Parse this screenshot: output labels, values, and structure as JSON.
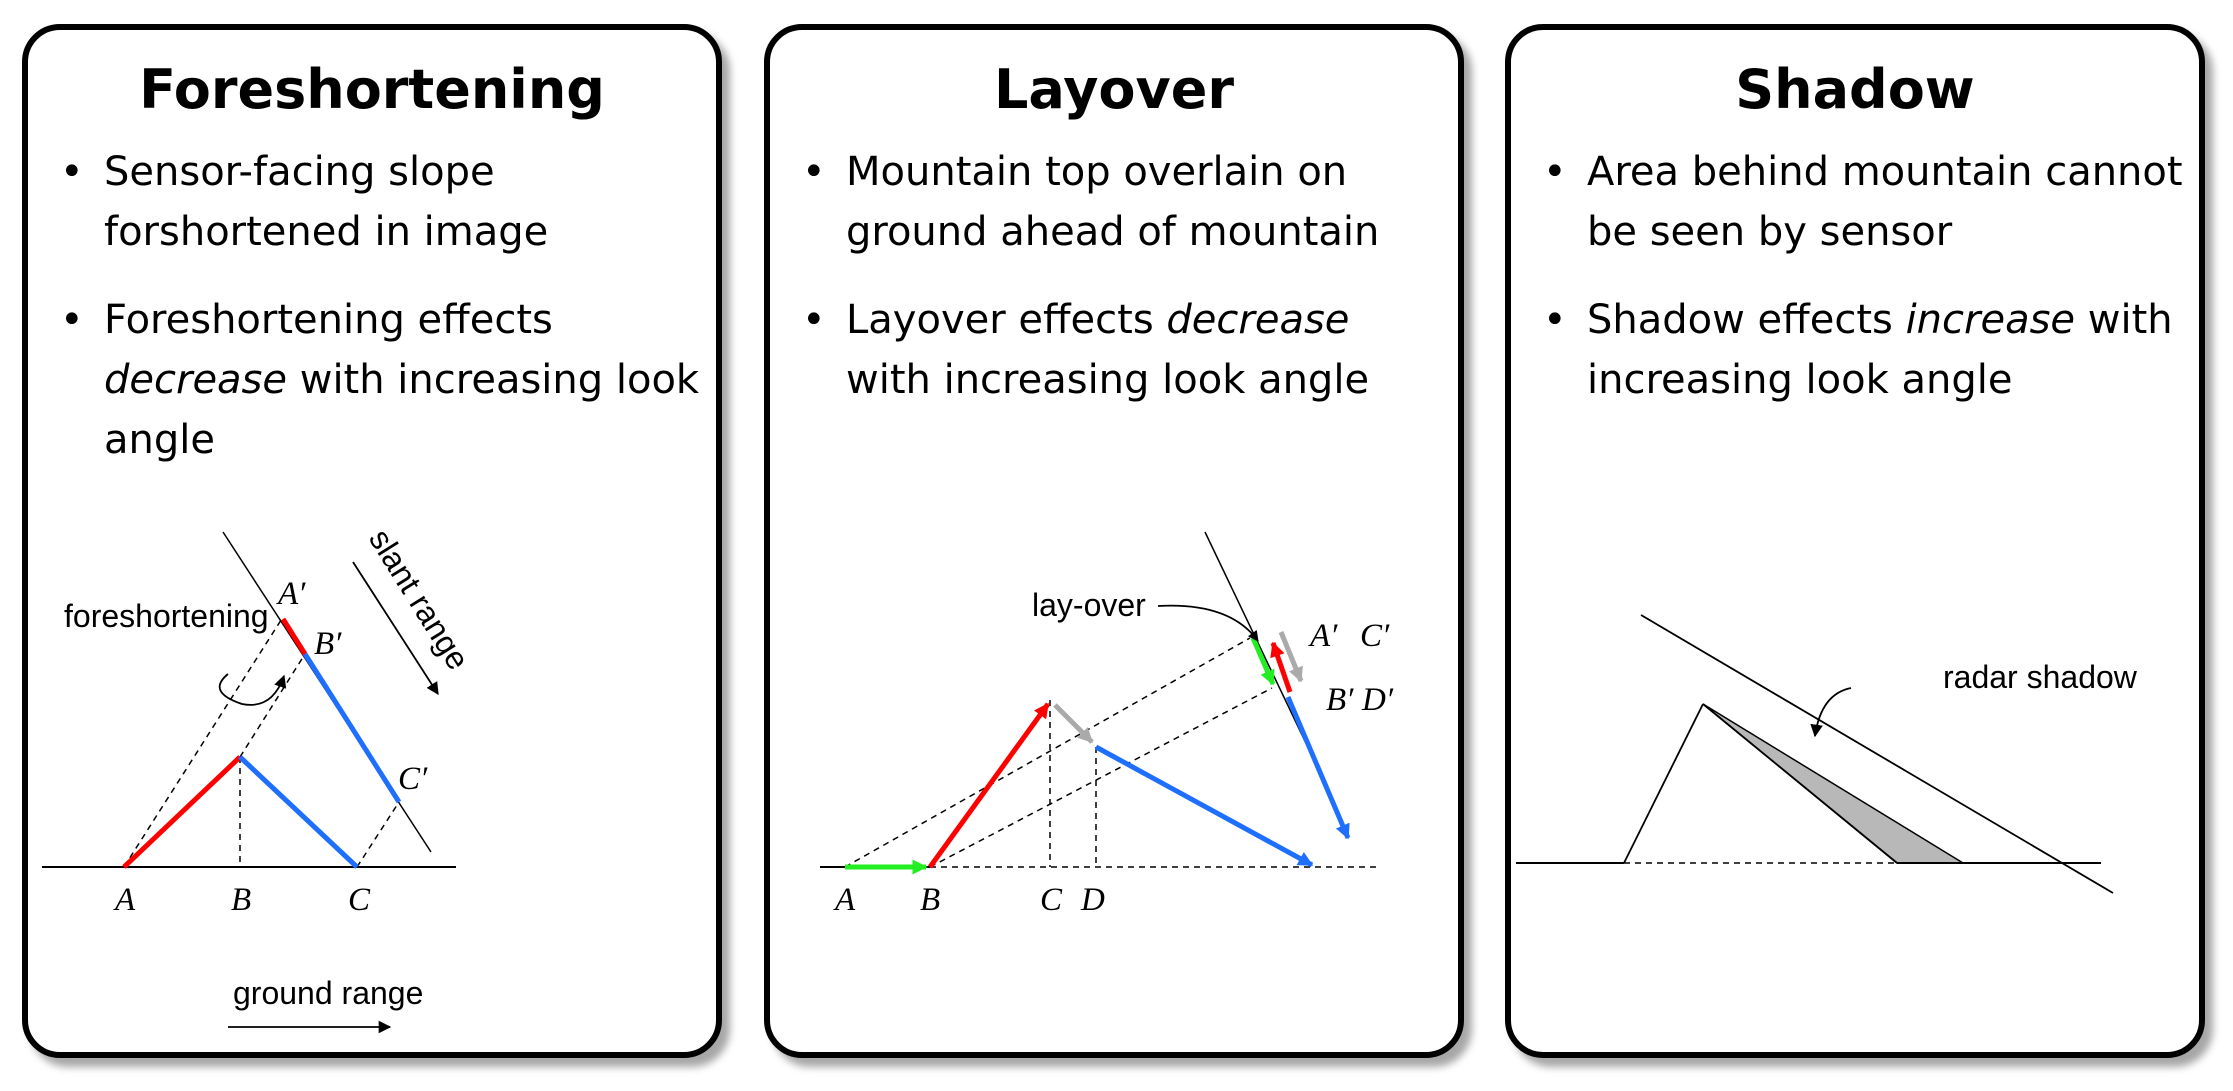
{
  "panels": [
    {
      "title": "Foreshortening",
      "bullets": [
        {
          "text": "Sensor-facing slope forshortened in image"
        },
        {
          "pre": "Foreshortening effects ",
          "em": "decrease",
          "post": " with increasing look angle"
        }
      ],
      "diagram": {
        "labels": {
          "a_prime": "A′",
          "b_prime": "B′",
          "c_prime": "C′",
          "a": "A",
          "b": "B",
          "c": "C"
        },
        "annotations": {
          "effect": "foreshortening",
          "slant": "slant range",
          "ground": "ground range"
        }
      }
    },
    {
      "title": "Layover",
      "bullets": [
        {
          "text": "Mountain top overlain on ground ahead of mountain"
        },
        {
          "pre": "Layover effects ",
          "em": "decrease",
          "post": " with increasing look angle"
        }
      ],
      "diagram": {
        "labels": {
          "a_prime": "A′",
          "c_prime": "C′",
          "b_prime": "B′",
          "d_prime": "D′",
          "a": "A",
          "b": "B",
          "c": "C",
          "d": "D"
        },
        "annotations": {
          "effect": "lay-over"
        }
      }
    },
    {
      "title": "Shadow",
      "bullets": [
        {
          "text": "Area behind mountain cannot be seen by sensor"
        },
        {
          "pre": "Shadow effects ",
          "em": "increase",
          "post": " with increasing look angle"
        }
      ],
      "diagram": {
        "annotations": {
          "effect": "radar shadow"
        }
      }
    }
  ],
  "colors": {
    "red": "#ff0000",
    "blue": "#1f6fff",
    "green": "#22ee22",
    "gray": "#aaaaaa",
    "shadow_fill": "#b8b8b8"
  }
}
